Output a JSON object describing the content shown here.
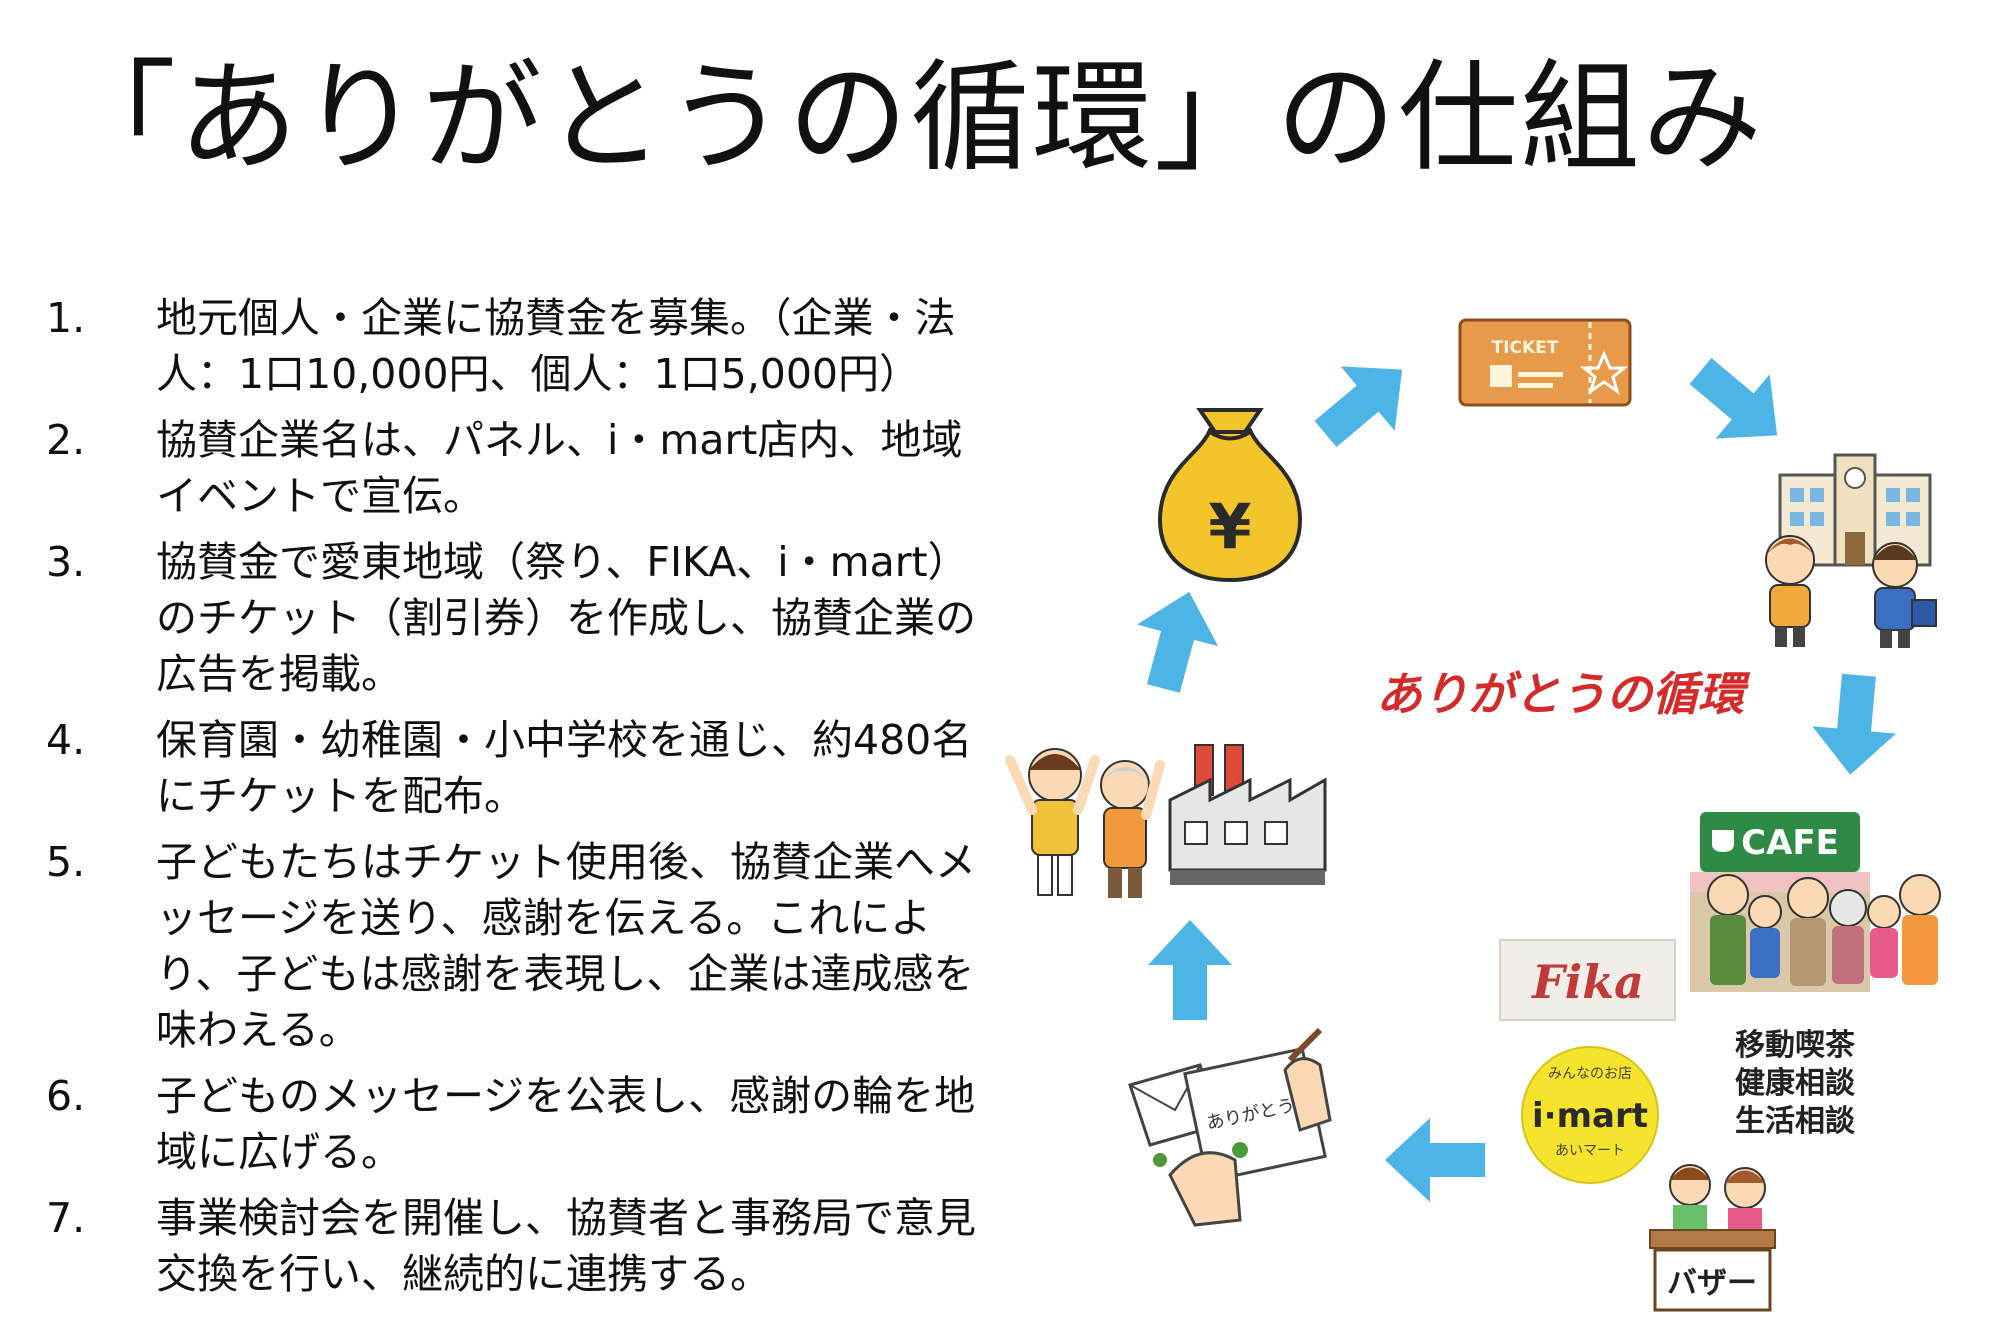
{
  "title": "「ありがとうの循環」の仕組み",
  "steps": [
    {
      "num": "1.",
      "text": "地元個人・企業に協賛金を募集。（企業・法人：1口10,000円、個人：1口5,000円）"
    },
    {
      "num": "2.",
      "text": "協賛企業名は、パネル、i・mart店内、地域イベントで宣伝。"
    },
    {
      "num": "3.",
      "text": "協賛金で愛東地域（祭り、FIKA、i・mart）のチケット（割引券）を作成し、協賛企業の広告を掲載。"
    },
    {
      "num": "4.",
      "text": "保育園・幼稚園・小中学校を通じ、約480名にチケットを配布。"
    },
    {
      "num": "5.",
      "text": "子どもたちはチケット使用後、協賛企業へメッセージを送り、感謝を伝える。これにより、子どもは感謝を表現し、企業は達成感を味わえる。"
    },
    {
      "num": "6.",
      "text": "子どものメッセージを公表し、感謝の輪を地域に広げる。"
    },
    {
      "num": "7.",
      "text": "事業検討会を開催し、協賛者と事務局で意見交換を行い、継続的に連携する。"
    }
  ],
  "diagram": {
    "center_label": "ありがとうの循環",
    "ticket_label": "TICKET",
    "money_symbol": "¥",
    "cafe_sign": "CAFE",
    "fika_sign": "Fika",
    "imart_top": "みんなのお店",
    "imart_name": "i·mart",
    "imart_bottom": "あいマート",
    "services": [
      "移動喫茶",
      "健康相談",
      "生活相談"
    ],
    "bazaar_label": "バザー",
    "letter_text": "ありがとう",
    "arrow_color": "#4db5e6",
    "accent_red": "#d42a2a"
  }
}
